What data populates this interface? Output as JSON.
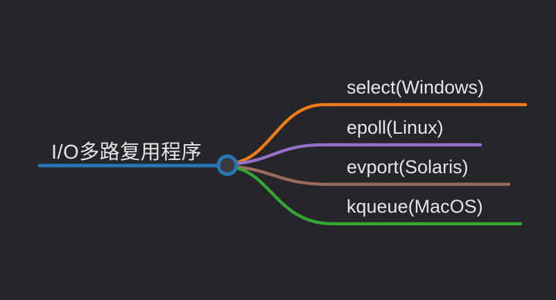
{
  "canvas": {
    "background": "#26262a",
    "text_color": "#e6e6e8"
  },
  "root": {
    "label": "I/O多路复用程序",
    "color": "#2678b5"
  },
  "connector": {
    "fill": "#3a3a3f",
    "ring_color": "#2678b5"
  },
  "branches": [
    {
      "label": "select(Windows)",
      "color": "#ee7c16"
    },
    {
      "label": "epoll(Linux)",
      "color": "#9470c8"
    },
    {
      "label": "evport(Solaris)",
      "color": "#9c6a5d"
    },
    {
      "label": "kqueue(MacOS)",
      "color": "#35a535"
    }
  ]
}
